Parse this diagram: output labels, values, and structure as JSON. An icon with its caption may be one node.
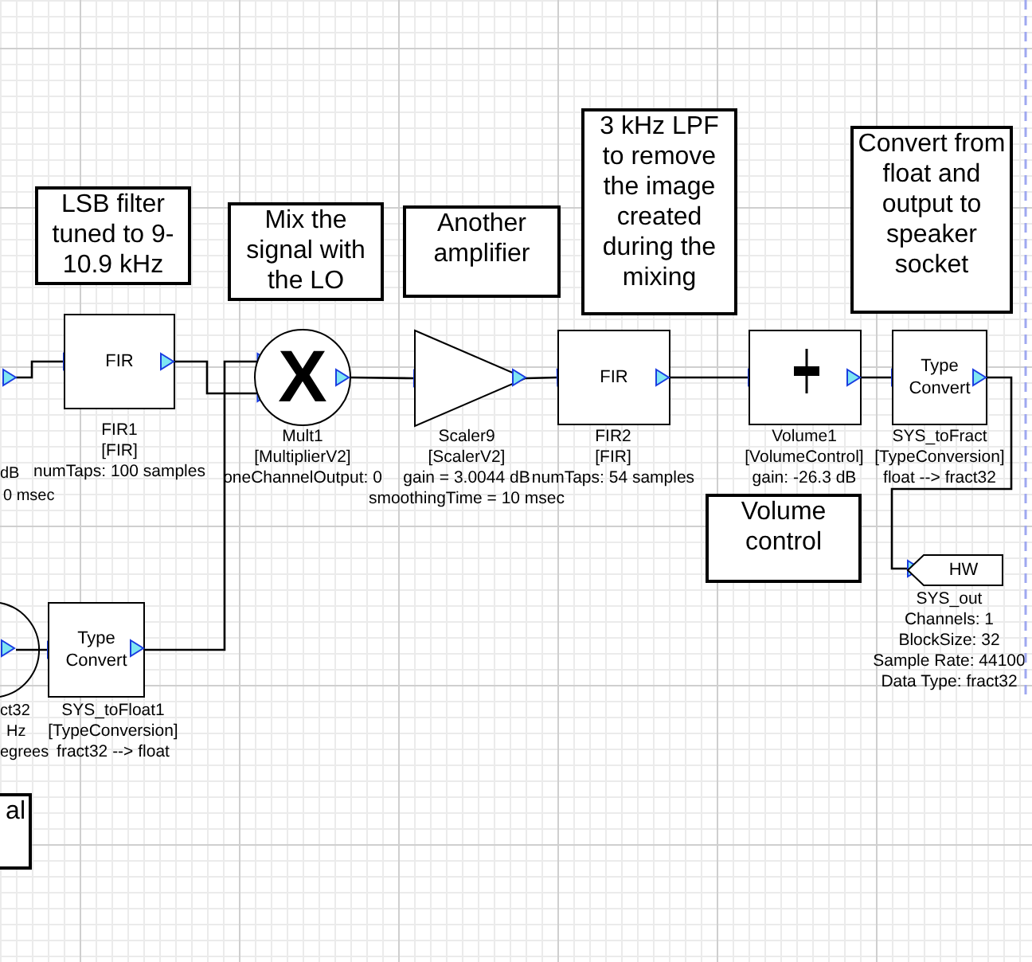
{
  "diagram": {
    "nodes": [
      {
        "text": [
          "LSB filter tuned to 9-10.9 kHz"
        ]
      },
      {
        "text": [
          "Mix the signal with the LO"
        ]
      },
      {
        "text": [
          "Another amplifier"
        ]
      },
      {
        "text": [
          "3 kHz LPF to remove the image created during the mixing"
        ]
      },
      {
        "text": [
          "Convert from float and output to speaker socket"
        ]
      },
      {
        "text": [
          "FIR"
        ],
        "beside": [
          "FIR1",
          "[FIR]",
          "numTaps: 100 samples"
        ]
      },
      {
        "text": [
          "X"
        ],
        "beside": [
          "Mult1",
          "[MultiplierV2]",
          "oneChannelOutput: 0"
        ]
      },
      {
        "text": [],
        "shape": "triangle",
        "beside": [
          "Scaler9",
          "[ScalerV2]",
          "gain = 3.0044 dB",
          "smoothingTime = 10 msec"
        ]
      },
      {
        "text": [
          "FIR"
        ],
        "beside": [
          "FIR2",
          "[FIR]",
          "numTaps: 54 samples"
        ]
      },
      {
        "text": [],
        "shape": "box",
        "beside": [
          "Volume1",
          "[VolumeControl]",
          "gain: -26.3 dB"
        ]
      },
      {
        "text": [
          "Type Convert"
        ],
        "beside": [
          "SYS_toFract",
          "[TypeConversion]",
          "float --> fract32"
        ]
      },
      {
        "text": [
          "Volume control"
        ]
      },
      {
        "text": [
          "HW"
        ],
        "beside": [
          "SYS_out",
          "Channels: 1",
          "BlockSize: 32",
          "Sample Rate: 44100",
          "Data Type: fract32"
        ]
      },
      {
        "text": [],
        "shape": "circle"
      },
      {
        "text": [
          "Type Convert"
        ],
        "beside": [
          "SYS_toFloat1",
          "[TypeConversion]",
          "fract32 --> float"
        ]
      },
      {
        "text": [
          "al"
        ]
      }
    ],
    "edges": [
      {
        "from": null,
        "to": 5,
        "arrow": "to"
      },
      {
        "from": 5,
        "to": 6,
        "arrow": "to"
      },
      {
        "from": 14,
        "to": 6,
        "arrow": "to"
      },
      {
        "from": 6,
        "to": 7,
        "arrow": "to"
      },
      {
        "from": 7,
        "to": 8,
        "arrow": "to"
      },
      {
        "from": 8,
        "to": 9,
        "arrow": "to"
      },
      {
        "from": 9,
        "to": 10,
        "arrow": "to"
      },
      {
        "from": 10,
        "to": 12,
        "arrow": "to"
      },
      {
        "from": 13,
        "to": 14,
        "arrow": "to"
      }
    ],
    "labels": [
      "dB",
      "0 msec",
      "ct32",
      "Hz",
      "egrees"
    ]
  }
}
